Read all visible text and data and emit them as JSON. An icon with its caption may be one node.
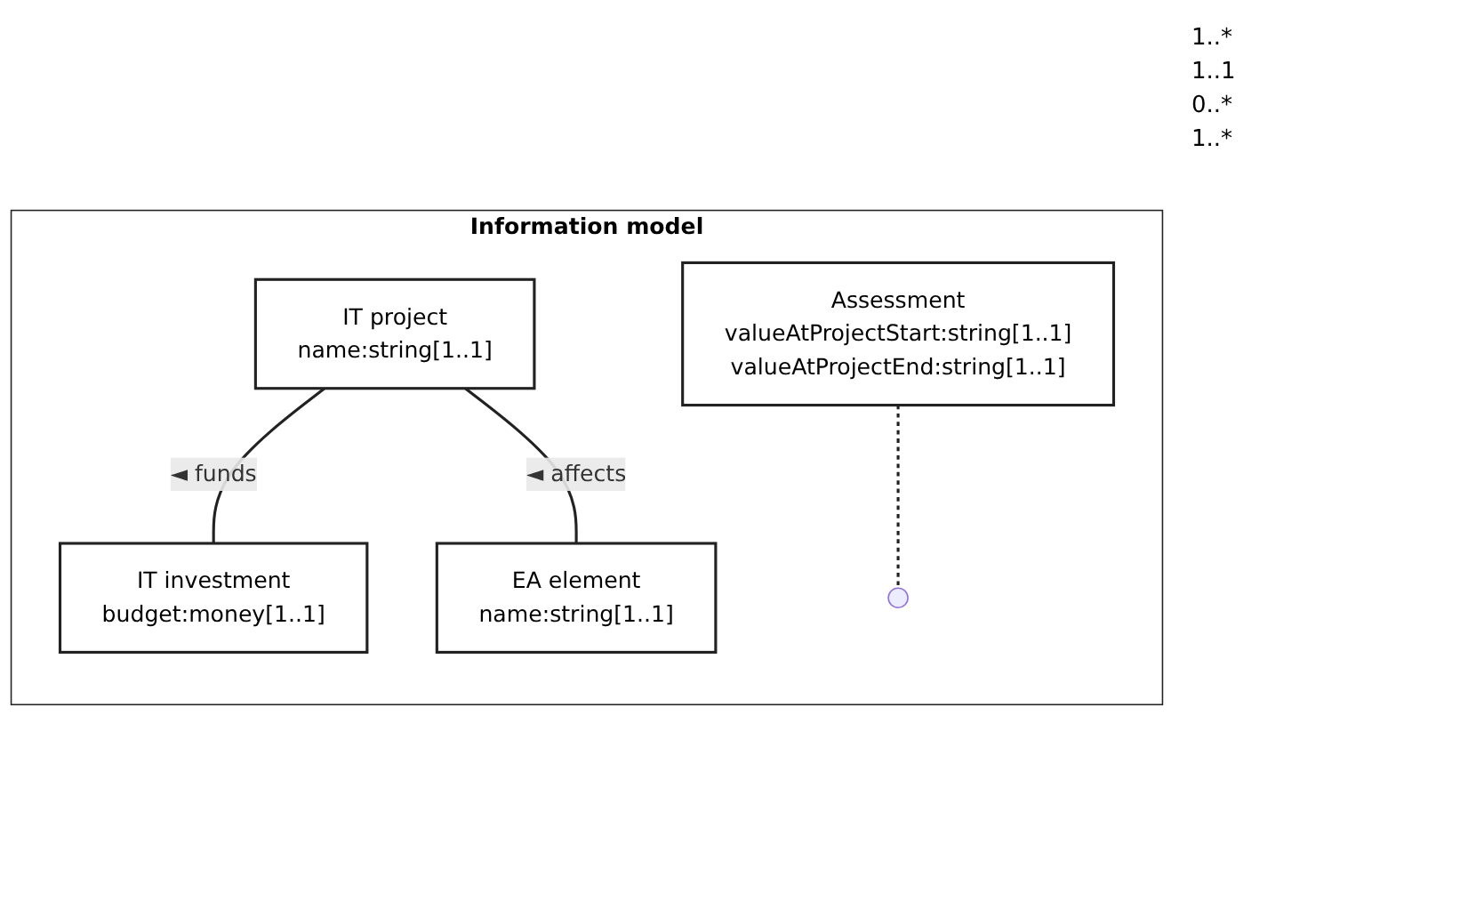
{
  "diagram": {
    "nodes": [
      {
        "text": [
          "Information model"
        ]
      },
      {
        "text": [
          "IT project",
          "name:string[1..1]"
        ],
        "in": 0
      },
      {
        "text": [
          "IT investment",
          "budget:money[1..1]"
        ],
        "in": 0
      },
      {
        "text": [
          "Assessment",
          "valueAtProjectStart:string[1..1]",
          "valueAtProjectEnd:string[1..1]"
        ],
        "in": 0
      },
      {
        "text": [
          "EA element",
          "name:string[1..1]"
        ],
        "in": 0
      }
    ],
    "edges": [
      {
        "from": 1,
        "to": 2,
        "arrow": "none",
        "label": "◄ funds"
      },
      {
        "from": 1,
        "to": 4,
        "arrow": "none",
        "label": "◄ affects"
      },
      {
        "from": 3,
        "to": null,
        "arrow": "none",
        "style": "dashed"
      }
    ],
    "labels": [
      "1..*",
      "1..1",
      "0..*",
      "1..*"
    ]
  }
}
